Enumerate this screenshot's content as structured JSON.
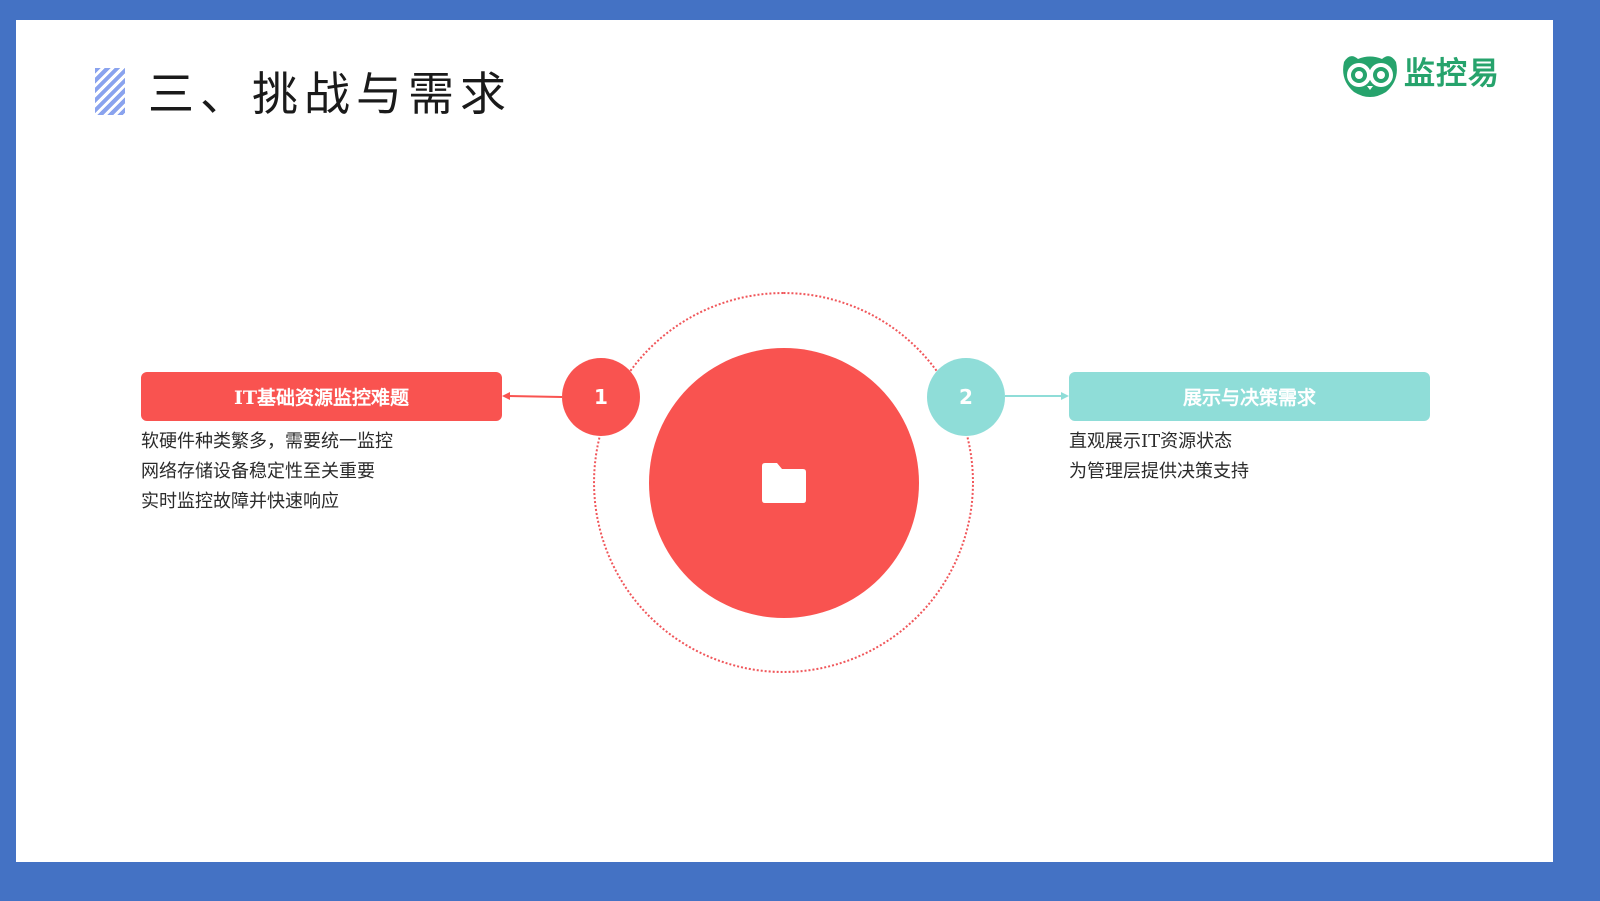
{
  "slide": {
    "title": "三、挑战与需求",
    "logo_text": "监控易"
  },
  "center": {
    "icon": "folder-icon"
  },
  "left": {
    "number": "1",
    "heading": "IT基础资源监控难题",
    "lines": [
      "软硬件种类繁多，需要统一监控",
      "网络存储设备稳定性至关重要",
      "实时监控故障并快速响应"
    ]
  },
  "right": {
    "number": "2",
    "heading": "展示与决策需求",
    "lines": [
      "直观展示IT资源状态",
      "为管理层提供决策支持"
    ]
  },
  "colors": {
    "frame": "#4472c4",
    "accent_red": "#f95350",
    "accent_teal": "#8fddd8",
    "logo_green": "#26a36c",
    "deco_stripes": "#8aa3ee"
  }
}
